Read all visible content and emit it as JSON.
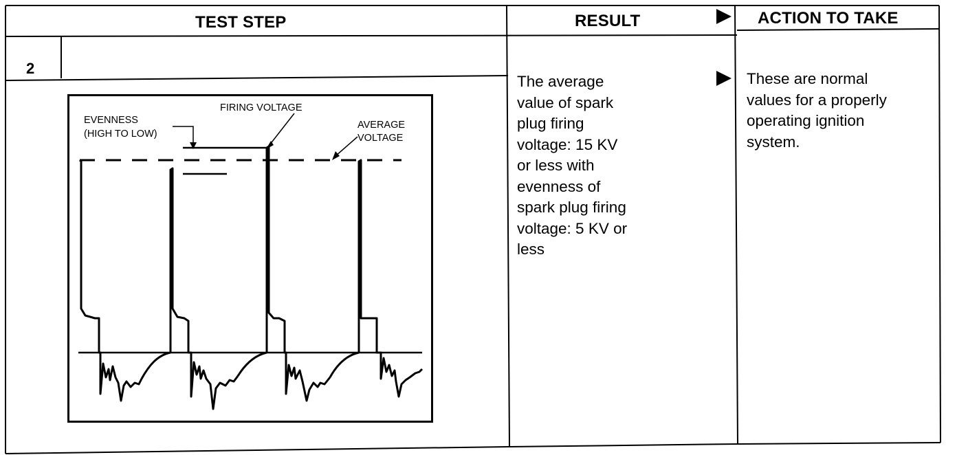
{
  "headers": {
    "test_step": "TEST STEP",
    "result": "RESULT",
    "action": "ACTION TO TAKE"
  },
  "step_number": "2",
  "result_lines": [
    "The average",
    "value of spark",
    "plug firing",
    "voltage:  15 KV",
    "or less with",
    "evenness of",
    "spark plug firing",
    "voltage: 5 KV or",
    "less"
  ],
  "action_lines": [
    "These are normal",
    "values for a properly",
    "operating ignition",
    "system."
  ],
  "diagram": {
    "labels": {
      "evenness_1": "EVENNESS",
      "evenness_2": "(HIGH TO LOW)",
      "firing_voltage": "FIRING VOLTAGE",
      "average_1": "AVERAGE",
      "average_2": "VOLTAGE"
    }
  },
  "icons": [
    "arrow-right-icon"
  ]
}
